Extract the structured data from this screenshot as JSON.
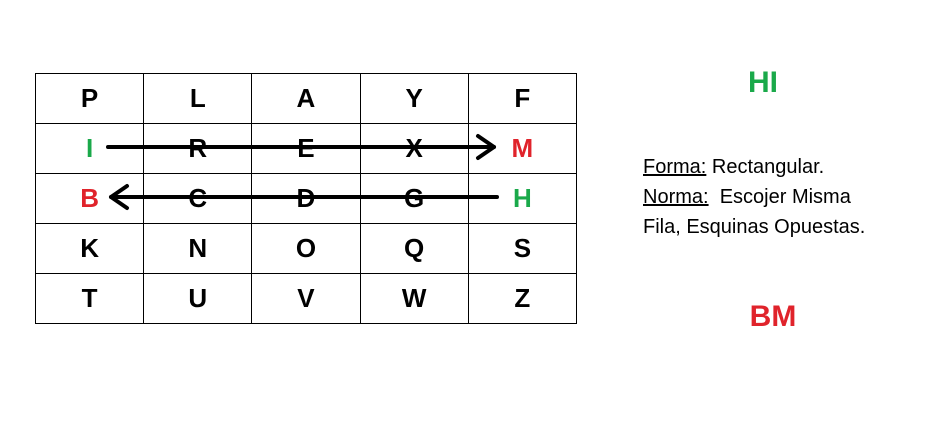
{
  "grid": {
    "rows": [
      [
        "P",
        "L",
        "A",
        "Y",
        "F"
      ],
      [
        "I",
        "R",
        "E",
        "X",
        "M"
      ],
      [
        "B",
        "C",
        "D",
        "G",
        "H"
      ],
      [
        "K",
        "N",
        "O",
        "Q",
        "S"
      ],
      [
        "T",
        "U",
        "V",
        "W",
        "Z"
      ]
    ]
  },
  "colors": {
    "green": "#1aa94a",
    "red": "#e0232b",
    "black": "#000000"
  },
  "highlights": {
    "green_cells": [
      [
        1,
        0
      ],
      [
        2,
        4
      ]
    ],
    "red_cells": [
      [
        1,
        4
      ],
      [
        2,
        0
      ]
    ]
  },
  "arrows": [
    {
      "row": 1,
      "from_col": 0,
      "to_col": 4,
      "direction": "right"
    },
    {
      "row": 2,
      "from_col": 4,
      "to_col": 0,
      "direction": "left"
    }
  ],
  "plain_pair": "HI",
  "cipher_pair": "BM",
  "rule": {
    "form_label": "Forma:",
    "form_value": " Rectangular.",
    "norm_label": "Norma:",
    "norm_value": "  Escojer Misma",
    "norm_value_2": "Fila, Esquinas Opuestas."
  }
}
